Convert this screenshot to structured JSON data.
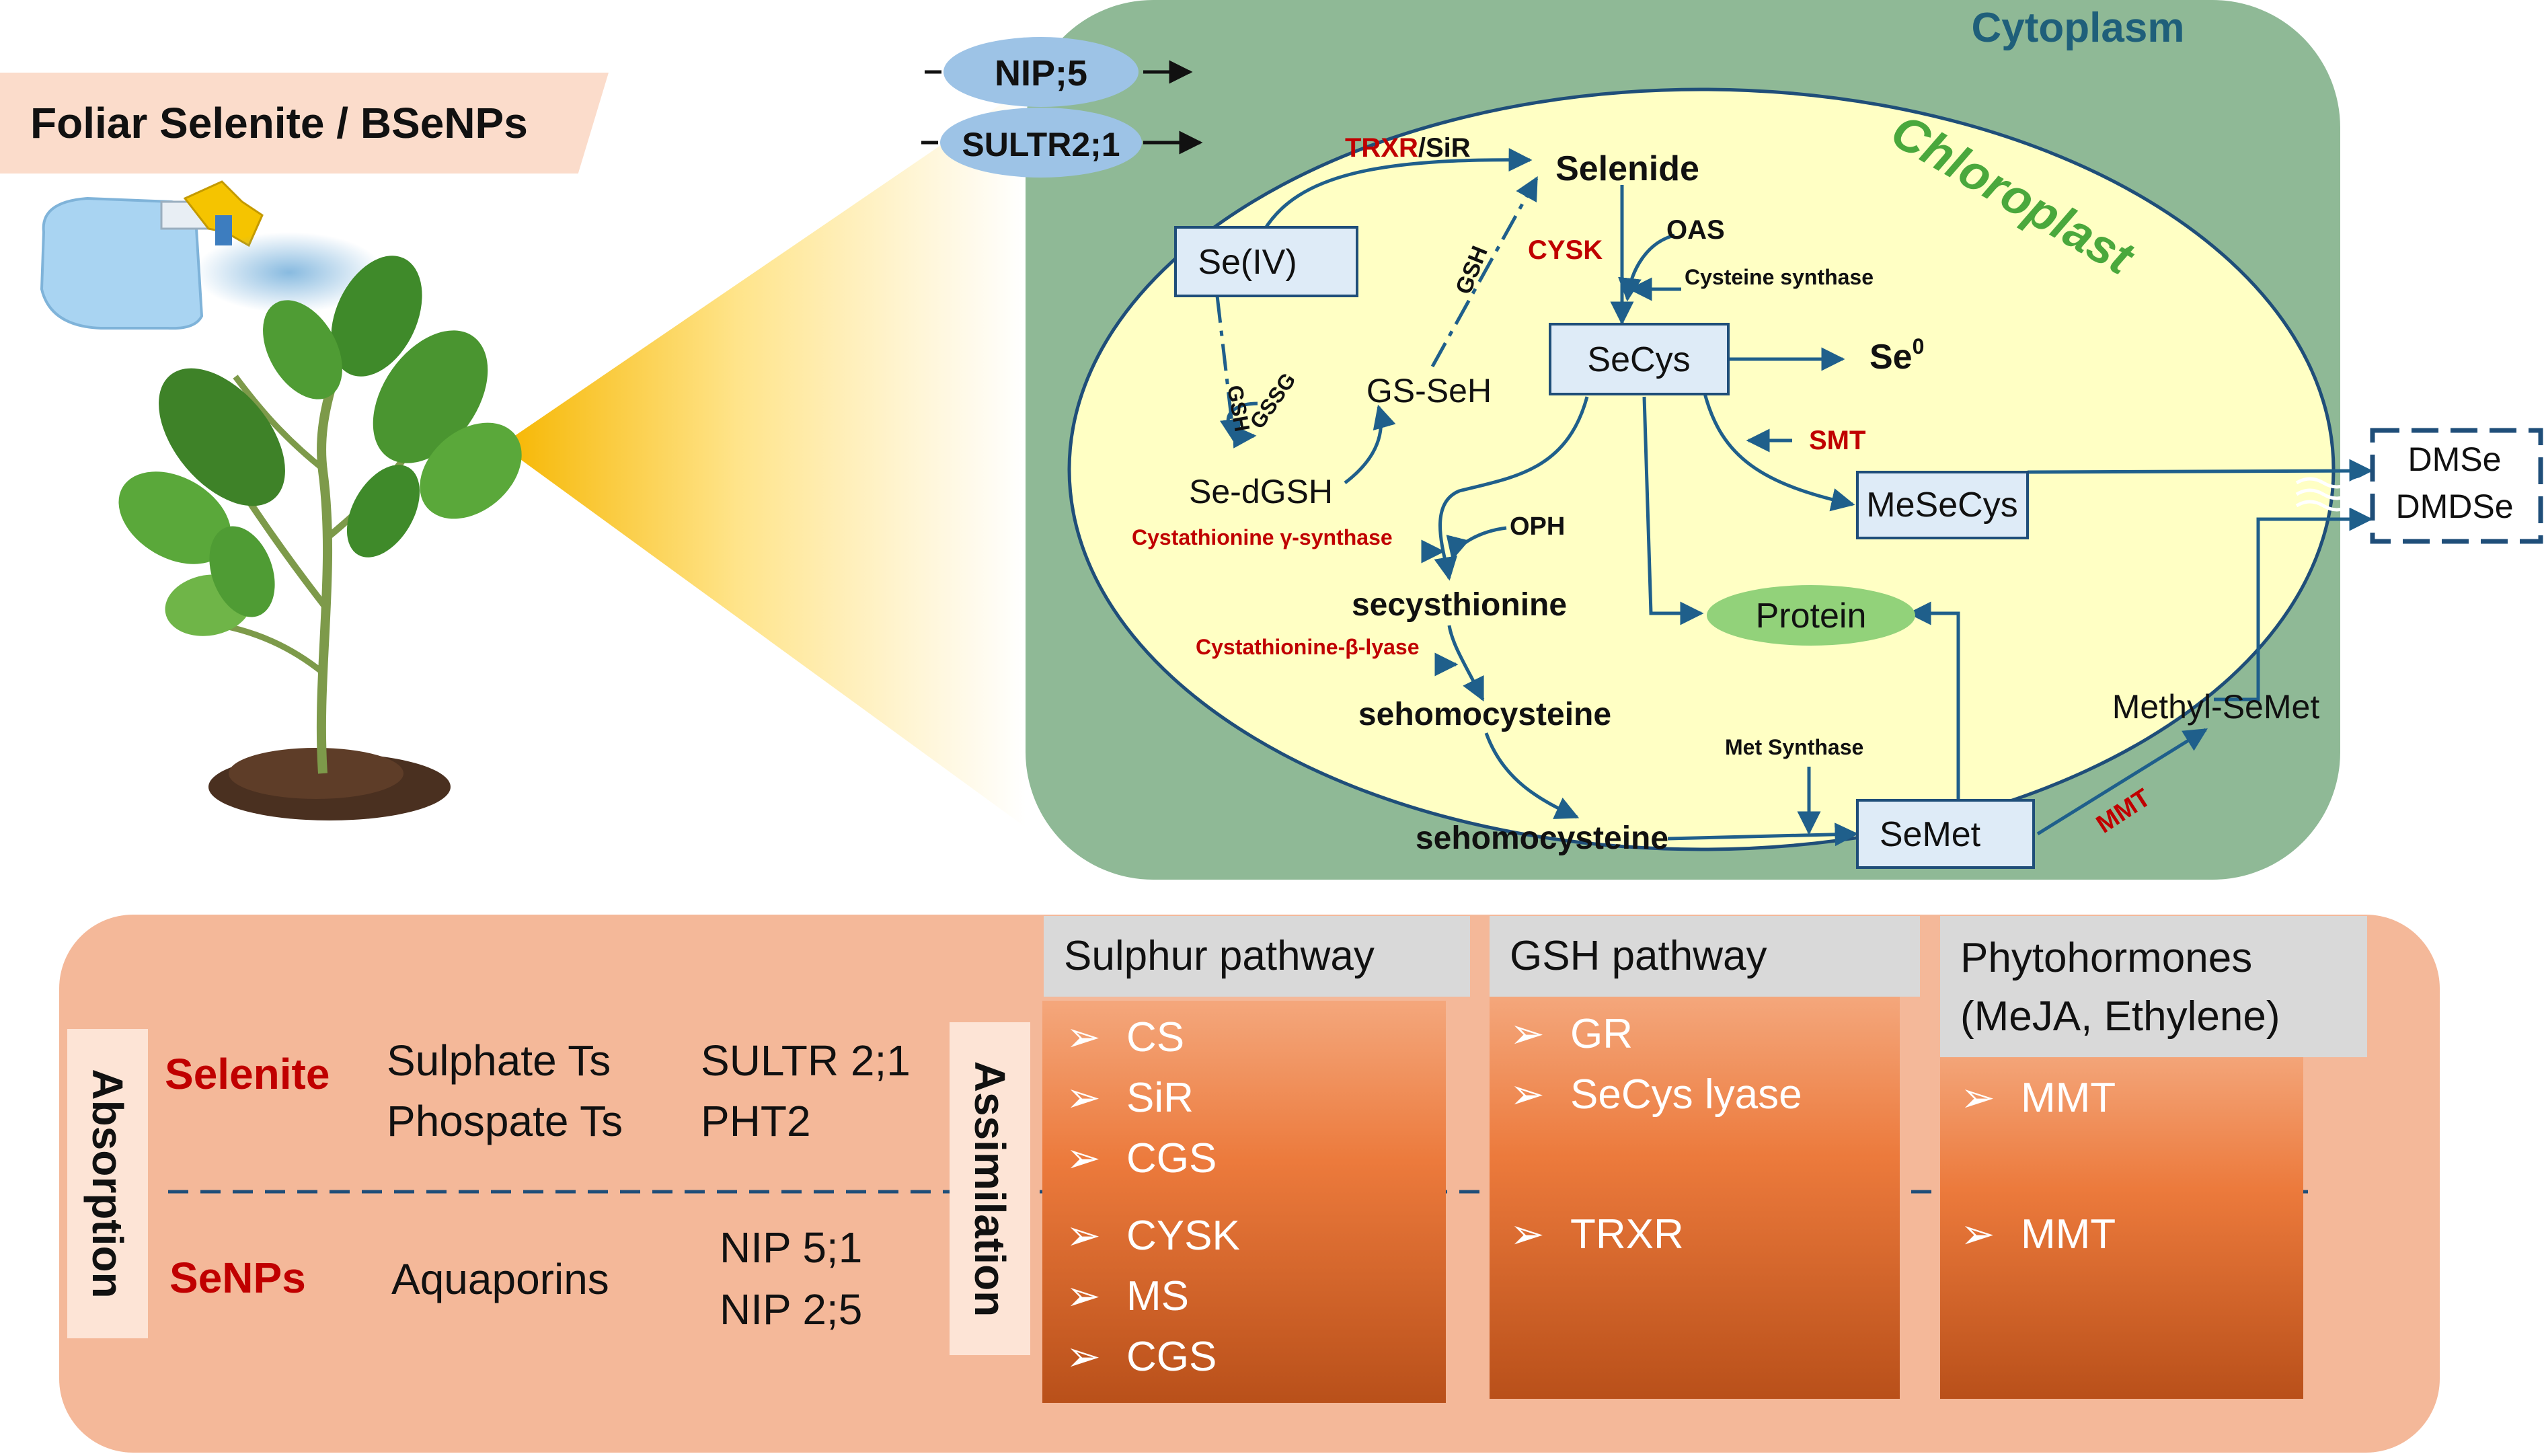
{
  "banner": {
    "title": "Foliar Selenite / BSeNPs"
  },
  "diagram": {
    "compartments": {
      "cytoplasm": "Cytoplasm",
      "chloroplast": "Chloroplast"
    },
    "transporters": {
      "nip": "NIP;5",
      "sultr": "SULTR2;1"
    },
    "nodes": {
      "se_iv": "Se(IV)",
      "selenide": "Selenide",
      "gs_seh": "GS-SeH",
      "se_dgsh": "Se-dGSH",
      "secys": "SeCys",
      "se0_base": "Se",
      "se0_sup": "0",
      "mesecys": "MeSeCys",
      "protein": "Protein",
      "secysthionine": "secysthionine",
      "sehomocysteine_1": "sehomocysteine",
      "sehomocysteine_2": "sehomocysteine",
      "semet": "SeMet",
      "methyl_semet": "Methyl-SeMet",
      "dmse": "DMSe",
      "dmdse": "DMDSe"
    },
    "labels": {
      "trxr": "TRXR",
      "sir": "/SiR",
      "cysk": "CYSK",
      "oas": "OAS",
      "cysteine_synthase": "Cysteine synthase",
      "gsh_diag": "GSH",
      "gsh_curve": "GSH",
      "gssg_curve": "GSSG",
      "smt": "SMT",
      "oph": "OPH",
      "cys_gamma": "Cystathionine γ-synthase",
      "cys_beta": "Cystathionine-β-lyase",
      "met_synthase": "Met Synthase",
      "mmt": "MMT"
    }
  },
  "table": {
    "absorption": "Absorption",
    "assimilation": "Assimilation",
    "selenite": {
      "label": "Selenite",
      "transporters": [
        "Sulphate Ts",
        "Phospate Ts"
      ],
      "genes": [
        "SULTR 2;1",
        "PHT2"
      ]
    },
    "senps": {
      "label": "SeNPs",
      "transporters": [
        "Aquaporins"
      ],
      "genes": [
        "NIP 5;1",
        "NIP 2;5"
      ]
    },
    "columns": [
      {
        "title": "Sulphur pathway",
        "top": [
          "CS",
          "SiR",
          "CGS"
        ],
        "bottom": [
          "CYSK",
          "MS",
          "CGS"
        ]
      },
      {
        "title": "GSH pathway",
        "top": [
          "GR",
          "SeCys lyase"
        ],
        "bottom": [
          "TRXR"
        ]
      },
      {
        "title": "Phytohormones (MeJA, Ethylene)",
        "title_lines": [
          "Phytohormones",
          "(MeJA, Ethylene)"
        ],
        "top": [
          "MMT"
        ],
        "bottom": [
          "MMT"
        ]
      }
    ],
    "bullet_glyph": "➢"
  },
  "colors": {
    "cytoplasm": "#8fb996",
    "chloroplast": "#ffffc4",
    "outline": "#1f4e79",
    "arrow": "#1f5f8b",
    "enzyme_red": "#c00000",
    "chloroplast_label": "#4aa83c",
    "cytoplasm_label": "#1f5f7a",
    "transporter_fill": "#9dc3e6",
    "box_fill": "#deebf7",
    "protein_fill": "#92d27a",
    "table_bg": "#f4b899"
  }
}
